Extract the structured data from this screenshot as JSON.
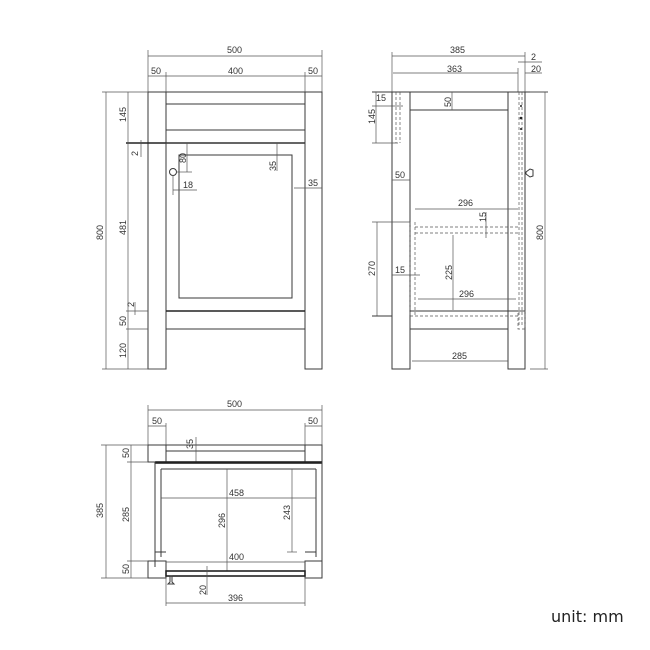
{
  "unit_label": "unit: mm",
  "front_view": {
    "overall_width": "500",
    "left_leg": "50",
    "inner_width": "400",
    "right_leg": "50",
    "overall_height": "800",
    "top_rail": "145",
    "gap_top": "2",
    "door_height": "481",
    "gap_bottom": "2",
    "bottom_rail": "50",
    "leg_clearance": "120",
    "handle_offset_v": "80",
    "handle_offset_h": "18",
    "frame_top": "35",
    "frame_side": "35"
  },
  "side_view": {
    "overall_depth": "385",
    "inner_depth": "363",
    "door_gap": "2",
    "door_thickness": "20",
    "back_panel": "15",
    "top_rail_height": "145",
    "top_rail": "50",
    "side_leg": "50",
    "shelf_depth_top": "296",
    "shelf_thickness": "15",
    "shelf_height": "270",
    "bottom_panel": "15",
    "shelf_clearance": "225",
    "shelf_depth_bottom": "296",
    "bottom_rail_depth": "285",
    "overall_height": "800"
  },
  "top_view": {
    "overall_width": "500",
    "left_leg": "50",
    "right_leg": "50",
    "back_rail": "35",
    "overall_depth": "385",
    "back_leg": "50",
    "inner_depth": "285",
    "front_leg": "50",
    "inner_width": "458",
    "shelf_depth": "296",
    "side_depth": "243",
    "front_inner": "400",
    "door_offset": "20",
    "door_width": "396"
  }
}
